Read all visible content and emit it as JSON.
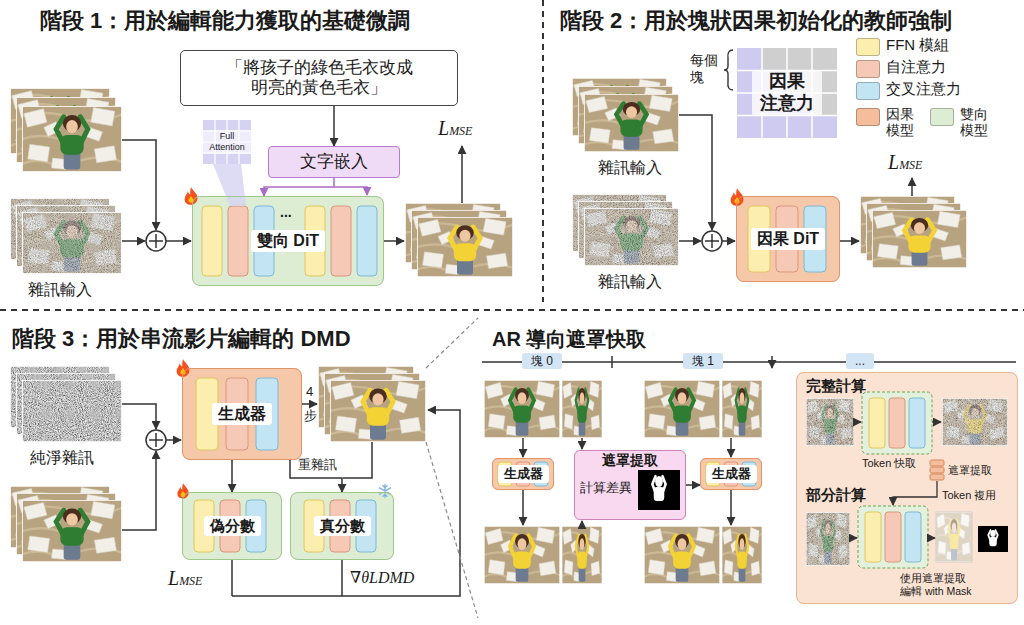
{
  "diagram": {
    "nodes": [
      {
        "text": [
          "「將孩子的綠色毛衣改成 明亮的黃色毛衣」"
        ]
      },
      {
        "text": [
          "文字嵌入"
        ]
      },
      {
        "text": [
          "雙向 DiT"
        ]
      },
      {
        "text": [
          "Full Attention"
        ]
      },
      {
        "text": [
          "因果 注意力"
        ]
      },
      {
        "text": [
          "因果 DiT"
        ]
      },
      {
        "text": [
          "生成器"
        ]
      },
      {
        "text": [
          "偽分數"
        ]
      },
      {
        "text": [
          "真分數"
        ]
      },
      {
        "text": [
          "生成器"
        ]
      },
      {
        "text": [
          "遮罩提取",
          "計算差異"
        ]
      },
      {
        "text": [
          "生成器"
        ]
      },
      {
        "text": [
          "完整計算",
          "部分計算"
        ]
      }
    ],
    "edges": [
      {
        "from": 0,
        "to": 1,
        "arrow": "to"
      },
      {
        "from": 1,
        "to": 2,
        "arrow": "to"
      },
      {
        "from": 6,
        "to": 7,
        "arrow": "to"
      },
      {
        "from": 6,
        "to": 8,
        "arrow": "to"
      },
      {
        "from": 10,
        "to": 11,
        "arrow": "to"
      }
    ],
    "labels": [
      "階段 1：用於編輯能力獲取的基礎微調",
      "階段 2：用於塊狀因果初始化的教師強制",
      "階段 3：用於串流影片編輯的 DMD",
      "AR 導向遮罩快取",
      "LMSE",
      "雜訊輸入",
      "...",
      "每個塊",
      "雜訊輸入",
      "雜訊輸入",
      "LMSE",
      "純淨雜訊",
      "4",
      "步",
      "重雜訊",
      "LMSE",
      "∇θLDMD",
      "塊 0",
      "塊 1",
      "...",
      "Token 快取",
      "遮罩提取",
      "Token 複用",
      "使用遮罩提取 編輯 with Mask"
    ],
    "legend": [
      {
        "text": "FFN 模組",
        "color": "#fbeeae"
      },
      {
        "text": "自注意力",
        "color": "#f6c9b6"
      },
      {
        "text": "交叉注意力",
        "color": "#c3e4f2"
      },
      {
        "text": "因果模型",
        "color": "#f4bd9c"
      },
      {
        "text": "雙向模型",
        "color": "#dcedd3"
      }
    ]
  }
}
